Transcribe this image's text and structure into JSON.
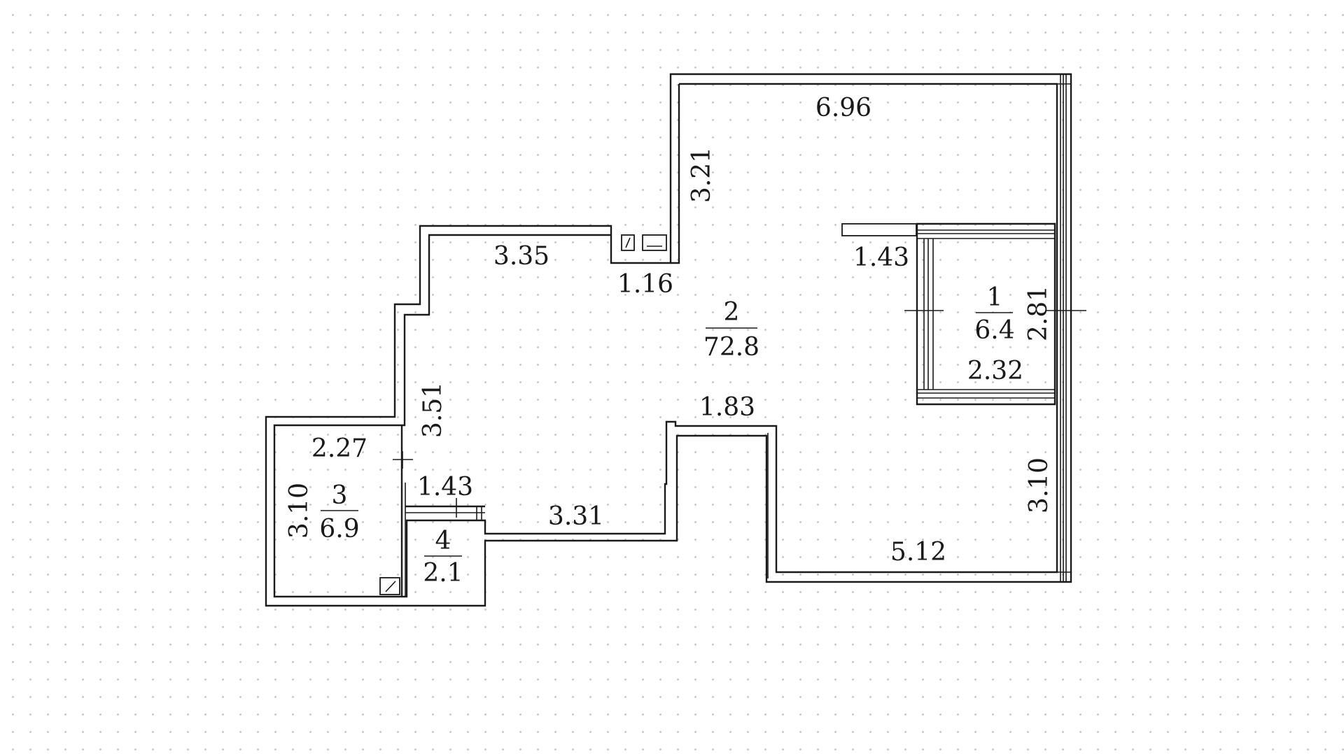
{
  "dimensions": {
    "top_width": "6.96",
    "tower_left": "3.21",
    "upper_left_width": "3.35",
    "shaft_width": "1.16",
    "room1_top": "1.43",
    "room1_side": "2.81",
    "room1_bottom": "2.32",
    "corridor_gap": "1.83",
    "left_height": "3.51",
    "room3_width": "2.27",
    "room3_height": "3.10",
    "room4_width": "1.43",
    "lower_width": "3.31",
    "right_height": "3.10",
    "bottom_width": "5.12"
  },
  "rooms": [
    {
      "number": "1",
      "area": "6.4"
    },
    {
      "number": "2",
      "area": "72.8"
    },
    {
      "number": "3",
      "area": "6.9"
    },
    {
      "number": "4",
      "area": "2.1"
    }
  ]
}
